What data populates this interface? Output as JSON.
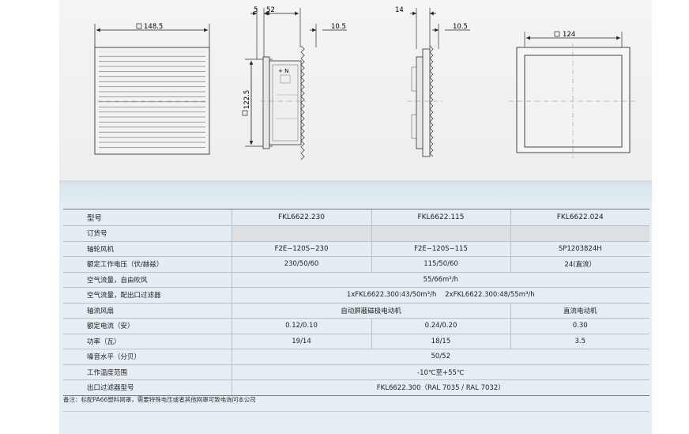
{
  "drawing": {
    "dims": {
      "front_width": "148.5",
      "side_depth": "52",
      "side_frame": "5",
      "side_fin": "10.5",
      "side_height": "122.5",
      "edge_depth": "14",
      "edge_fin": "10.5",
      "cutout": "124"
    },
    "label_mark": "+ N"
  },
  "table": {
    "header": {
      "label": "型号",
      "col1": "FKL6622.230",
      "col2": "FKL6622.115",
      "col3": "FKL6622.024"
    },
    "rows": [
      {
        "label": "订货号"
      },
      {
        "label": "轴轮风机",
        "col1": "F2E−120S−230",
        "col2": "F2E−120S−115",
        "col3": "SP1203824H"
      },
      {
        "label": "额定工作电压（伏/赫兹）",
        "col1": "230/50/60",
        "col2": "115/50/60",
        "col3": "24(直流）"
      },
      {
        "label": "空气流量，自由吹风",
        "span": "55/66m³/h"
      },
      {
        "label": "空气流量，配出口过滤器",
        "span": "1xFKL6622.300:43/50m³/h    2xFKL6622.300:48/55m³/h"
      },
      {
        "label": "轴流风扇",
        "span12": "自动屏蔽磁极电动机",
        "col3": "直流电动机"
      },
      {
        "label": "额定电流（安）",
        "col1": "0.12/0.10",
        "col2": "0.24/0.20",
        "col3": "0.30"
      },
      {
        "label": "功率（瓦）",
        "col1": "19/14",
        "col2": "18/15",
        "col3": "3.5"
      },
      {
        "label": "噪音水平（分贝）",
        "span": "50/52"
      },
      {
        "label": "工作温度范围",
        "span": "-10℃至+55℃"
      },
      {
        "label": "出口过滤器型号",
        "span": "FKL6622.300（RAL 7035 / RAL 7032）"
      }
    ],
    "note": "备注：标配PA66塑料网罩，需要特殊电压或者其他网罩可致电询问本公司"
  }
}
